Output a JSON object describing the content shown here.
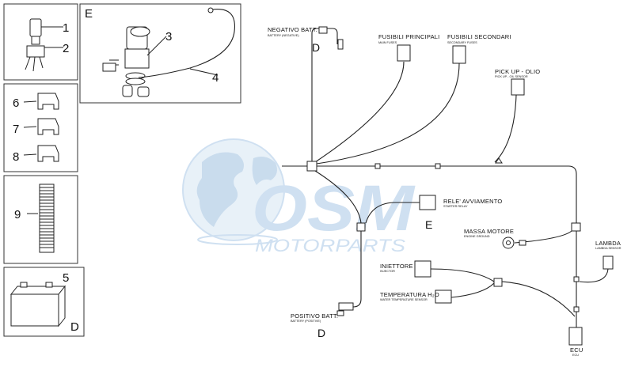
{
  "callouts": {
    "n1": "1",
    "n2": "2",
    "n3": "3",
    "n4": "4",
    "n5": "5",
    "n6": "6",
    "n7": "7",
    "n8": "8",
    "n9": "9"
  },
  "kit_letters": {
    "box_e": "E",
    "box_d": "D",
    "neg_d": "D",
    "pos_d": "D",
    "relay_e": "E"
  },
  "labels": {
    "neg_batt": "NEGATIVO BATT.",
    "neg_batt_sub": "BATTERY (NEGATIVE)",
    "main_fuses": "FUSIBILI PRINCIPALI",
    "main_fuses_sub": "MAIN FUSES",
    "sec_fuses": "FUSIBILI SECONDARI",
    "sec_fuses_sub": "SECONDARY FUSES",
    "pickup": "PICK UP - OLIO",
    "pickup_sub": "PICK UP - OIL SENSOR",
    "relay": "RELE' AVVIAMENTO",
    "relay_sub": "STARTER RELAY",
    "engine_ground": "MASSA MOTORE",
    "engine_ground_sub": "ENGINE GROUND",
    "lambda": "LAMBDA",
    "lambda_sub": "LAMBDA SENSOR",
    "injector": "INIETTORE",
    "injector_sub": "INJECTOR",
    "water_temp": "TEMPERATURA H₂O",
    "water_temp_sub": "WATER TEMPERATURE SENSOR",
    "pos_batt": "POSITIVO BATT.",
    "pos_batt_sub": "BATTERY (POSITIVE)",
    "ecu": "ECU",
    "ecu_sub": "ECU"
  },
  "watermark": {
    "logo": "OSM",
    "tagline": "MOTORPARTS",
    "color": "#a9c8e6",
    "globe_icon": "globe-icon"
  }
}
